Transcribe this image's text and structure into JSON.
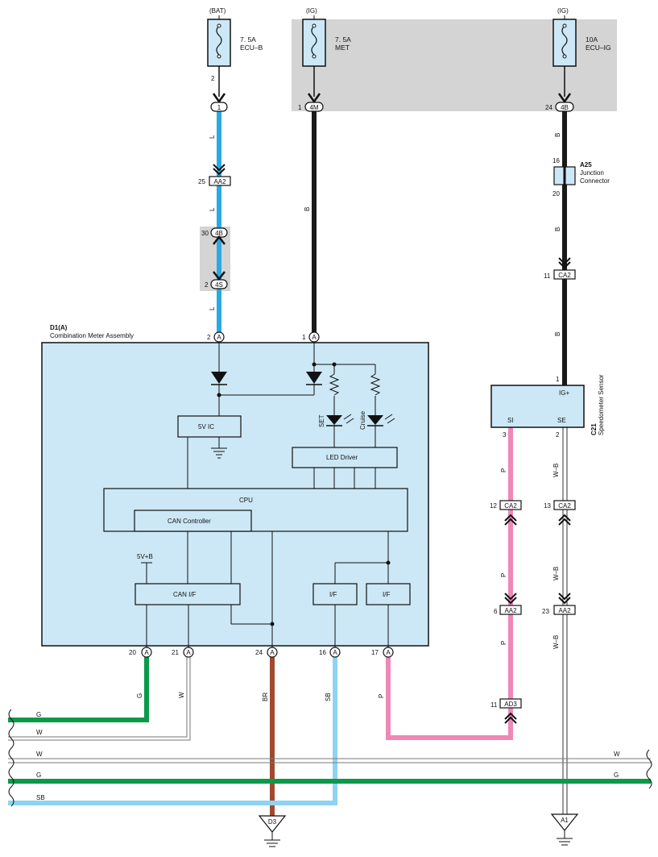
{
  "fuses": [
    {
      "source": "(BAT)",
      "rating": "7. 5A",
      "name": "ECU–B",
      "pin": "2"
    },
    {
      "source": "(IG)",
      "rating": "7. 5A",
      "name": "MET",
      "pin": "1"
    },
    {
      "source": "(IG)",
      "rating": "10A",
      "name": "ECU–IG",
      "pin": "24"
    }
  ],
  "connectors": {
    "bat_c1": {
      "label": "1"
    },
    "met_4m": {
      "label": "4M"
    },
    "ecuig_4b": {
      "label": "4B"
    },
    "aa2_top": {
      "label": "AA2",
      "pin": "25"
    },
    "j_4b": {
      "label": "4B",
      "pin": "30"
    },
    "j_4s": {
      "label": "4S",
      "pin": "2"
    },
    "ca2_top": {
      "label": "CA2",
      "pin": "11"
    },
    "ca2_p": {
      "label": "CA2",
      "pin": "12"
    },
    "ca2_wb": {
      "label": "CA2",
      "pin": "13"
    },
    "aa2_p": {
      "label": "AA2",
      "pin": "6"
    },
    "aa2_wb": {
      "label": "AA2",
      "pin": "23"
    },
    "ad3": {
      "label": "AD3",
      "pin": "11"
    }
  },
  "wire_colors": {
    "l1": "L",
    "l2": "L",
    "l3": "L",
    "b_met": "B",
    "b1": "B",
    "b2": "B",
    "b3": "B",
    "p1": "P",
    "p2": "P",
    "p3": "P",
    "wb1": "W–B",
    "wb2": "W–B",
    "wb3": "W–B",
    "g": "G",
    "w": "W",
    "br": "BR",
    "sb": "SB",
    "p_out": "P"
  },
  "junction": {
    "id": "A25",
    "title": "Junction",
    "subtitle": "Connector",
    "pin_in": "16",
    "pin_out": "20"
  },
  "meter": {
    "id": "D1(A)",
    "name": "Combination Meter Assembly",
    "pins_top": [
      "2",
      "1"
    ],
    "pin_tag": "A",
    "pins_bottom": [
      "20",
      "21",
      "24",
      "16",
      "17"
    ],
    "blocks": {
      "vic": "5V IC",
      "led_driver": "LED Driver",
      "cpu": "CPU",
      "can_controller": "CAN Controller",
      "can_if": "CAN I/F",
      "if1": "I/F",
      "if2": "I/F",
      "vref": "5V+B"
    },
    "leds": [
      "SET",
      "Cruise"
    ]
  },
  "sensor": {
    "id": "C21",
    "name": "Speedometer Sensor",
    "terminals": {
      "ig": "IG+",
      "si": "SI",
      "se": "SE"
    },
    "pins": {
      "ig": "1",
      "si": "3",
      "se": "2"
    }
  },
  "bus_lines": {
    "left": [
      "G",
      "W",
      "W",
      "G",
      "SB"
    ],
    "right": [
      "W",
      "G"
    ]
  },
  "grounds": {
    "d3": "D3",
    "a1": "A1"
  },
  "colors": {
    "wire_L": "#2ba9e0",
    "wire_B": "#1a1a1a",
    "wire_G": "#0a9a4a",
    "wire_BR": "#a0492e",
    "wire_SB": "#8fd3f2",
    "wire_P": "#ef88b8",
    "shade": "#d4d4d4",
    "component_fill": "#cce8f6"
  }
}
